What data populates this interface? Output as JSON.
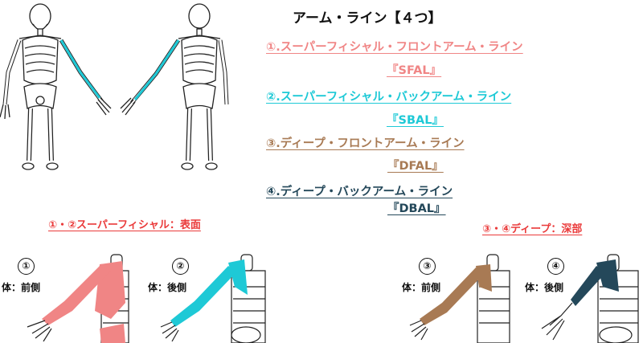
{
  "title": "アーム・ライン【４つ】",
  "lines": [
    {
      "name": "①.スーパーフィシャル・フロントアーム・ライン",
      "abbr": "『SFAL』",
      "color": "#f08585"
    },
    {
      "name": "②.スーパーフィシャル・バックアーム・ライン",
      "abbr": "『SBAL』",
      "color": "#1ec9d6"
    },
    {
      "name": "③.ディープ・フロントアーム・ライン",
      "abbr": "『DFAL』",
      "color": "#a87a54"
    },
    {
      "name": "④.ディープ・バックアーム・ライン",
      "abbr": "『DBAL』",
      "color": "#24485a"
    }
  ],
  "groups": {
    "superficial": "①・②スーパーフィシャル：表面",
    "deep": "③・④ディープ：深部"
  },
  "panels": [
    {
      "number": "①",
      "side": "体：前側",
      "color": "#f08585"
    },
    {
      "number": "②",
      "side": "体：後側",
      "color": "#1ec9d6"
    },
    {
      "number": "③",
      "side": "体：前側",
      "color": "#a87a54"
    },
    {
      "number": "④",
      "side": "体：後側",
      "color": "#24485a"
    }
  ]
}
